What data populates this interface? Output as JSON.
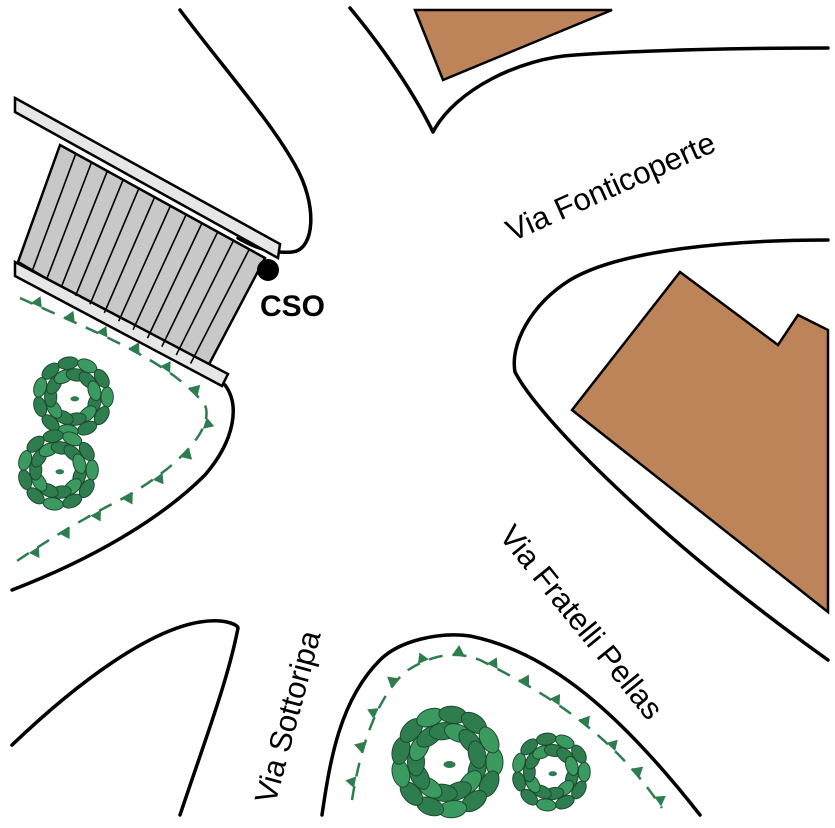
{
  "streets": {
    "fonticoperte": "Via Fonticoperte",
    "fratelli_pellas": "Via Fratelli Pellas",
    "sottoripa": "Via Sottoripa"
  },
  "marker": {
    "label": "CSO",
    "icon": "black-dot-icon"
  },
  "colors": {
    "building": "#BC8458",
    "tree": "#2E7D4F",
    "hedge": "#2E7D4F",
    "stairs": "#C8C8C8",
    "road_edge": "#000000"
  }
}
